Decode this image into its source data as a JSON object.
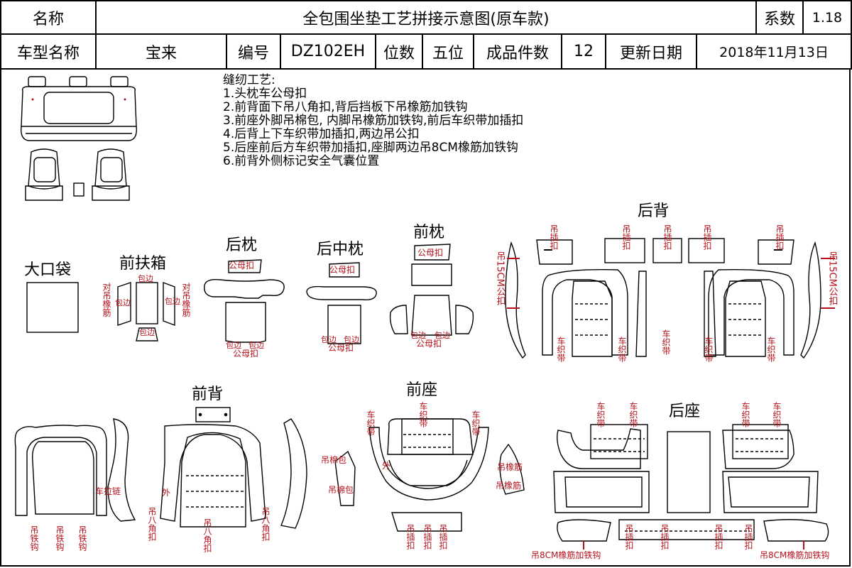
{
  "header": {
    "name_label": "名称",
    "title": "全包围坐垫工艺拼接示意图(原车款)",
    "coef_label": "系数",
    "coef_value": "1.18",
    "model_label": "车型名称",
    "model_value": "宝来",
    "code_label": "编号",
    "code_value": "DZ102EH",
    "seats_label": "位数",
    "seats_value": "五位",
    "pieces_label": "成品件数",
    "pieces_value": "12",
    "date_label": "更新日期",
    "date_value": "2018年11月13日"
  },
  "instructions": {
    "title": "缝纫工艺:",
    "items": [
      "1.头枕车公母扣",
      "2.前背面下吊八角扣,背后挡板下吊橡筋加铁钩",
      "3.前座外脚吊棉包, 内脚吊橡筋加铁钩,前后车织带加插扣",
      "4.后背上下车织带加插扣,两边吊公扣",
      "5.后座前后方车织带加插扣,座脚两边吊8CM橡筋加铁钩",
      "6.前背外侧标记安全气囊位置"
    ]
  },
  "sections": {
    "big_pocket": "大口袋",
    "armrest": "前扶箱",
    "rear_headrest": "后枕",
    "rear_mid_headrest": "后中枕",
    "front_headrest": "前枕",
    "rear_back": "后背",
    "front_back": "前背",
    "front_seat": "前座",
    "rear_seat": "后座"
  },
  "annotations": {
    "dui_diao_xiang_jin": "对吊橡筋",
    "bao_bian": "包边",
    "gong_mu_kou": "公母扣",
    "diao_cha_kou": "吊插扣",
    "diao_15cm_gong_kou": "吊15CM公扣",
    "che_zhi_dai": "车织带",
    "che_la_lian": "车拉链",
    "wai": "外",
    "diao_tie_gou": "吊铁钩",
    "diao_ba_jiao_kou": "吊八角扣",
    "diao_mian_bao": "吊棉包",
    "diao_xiang_jin": "吊橡筋",
    "diao_8cm": "吊8CM橡筋加铁钩"
  },
  "colors": {
    "annotation": "#b5121b",
    "line": "#000000"
  }
}
